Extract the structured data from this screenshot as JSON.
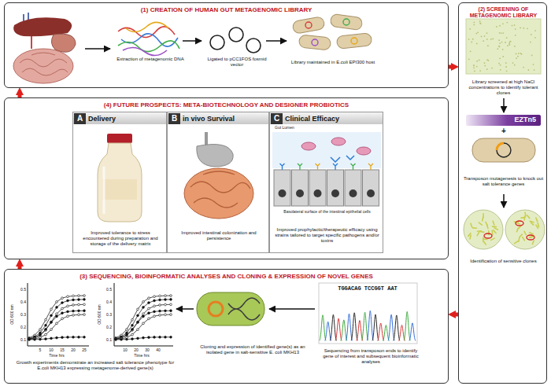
{
  "diagram": {
    "nodes": [
      {
        "text": [
          "(1) CREATION OF HUMAN GUT METAGENOMIC LIBRARY",
          "Extraction of metagenomic DNA",
          "Ligated to pCC1FOS fosmid vector",
          "Library maintained in E.coli EPI300 host"
        ]
      },
      {
        "text": [
          "(2) SCREENING OF METAGENOMIC LIBRARY",
          "Library screened at high NaCl concentrations to identify tolerant clones",
          "Transposon mutagenesis to knock out salt tolerance genes",
          "Identification of sensitive clones"
        ]
      },
      {
        "text": [
          "EZTn5"
        ],
        "in": 1
      },
      {
        "text": [
          "(4) FUTURE PROSPECTS: META-BIOTECHNOLOGY AND DESIGNER PROBIOTICS"
        ]
      },
      {
        "text": [
          "A",
          "Delivery",
          "Improved tolerance to stress encountered during preparation and storage of the delivery matrix"
        ],
        "in": 3
      },
      {
        "text": [
          "B",
          "in vivo Survival",
          "Improved intestinal colonization and persistence"
        ],
        "in": 3
      },
      {
        "text": [
          "C",
          "Clinical Efficacy",
          "Improved prophylactic/therapeutic efficacy using strains tailored to target specific pathogens and/or toxins",
          "Gut Lumen",
          "Basolateral surface of the intestinal epithelial cells"
        ],
        "in": 3
      },
      {
        "text": [
          "(3) SEQUENCING, BIOINFORMATIC ANALYSES AND CLONING & EXPRESSION OF NOVEL GENES",
          "Sequencing from transposon ends to identify gene of interest and subsequent bioinformatic analyses",
          "Cloning and expression of identified gene(s) as an isolated gene in salt-sensitive E. coli MKH13",
          "Growth experiments demonstrate an increased salt tolerance phenotype for E.coli MKH13 expressing metagenome-derived gene(s)"
        ]
      }
    ],
    "edges": [
      {
        "from": 0,
        "to": 1,
        "arrow": "to"
      },
      {
        "from": 1,
        "to": 7,
        "arrow": "to"
      },
      {
        "from": 7,
        "to": 3,
        "arrow": "to"
      },
      {
        "from": 3,
        "to": 0,
        "arrow": "to"
      }
    ],
    "labels": [
      "+",
      "TGGACAG TCCGGT AAT",
      "0.5",
      "0.4",
      "0.3",
      "0.2",
      "0.1",
      "5",
      "10",
      "15",
      "20",
      "25",
      "Time hrs",
      "OD 600 nm",
      "0.5",
      "0.4",
      "0.3",
      "0.2",
      "0.1",
      "10",
      "20",
      "30",
      "40",
      "Time hrs",
      "OD 600 nm"
    ]
  }
}
